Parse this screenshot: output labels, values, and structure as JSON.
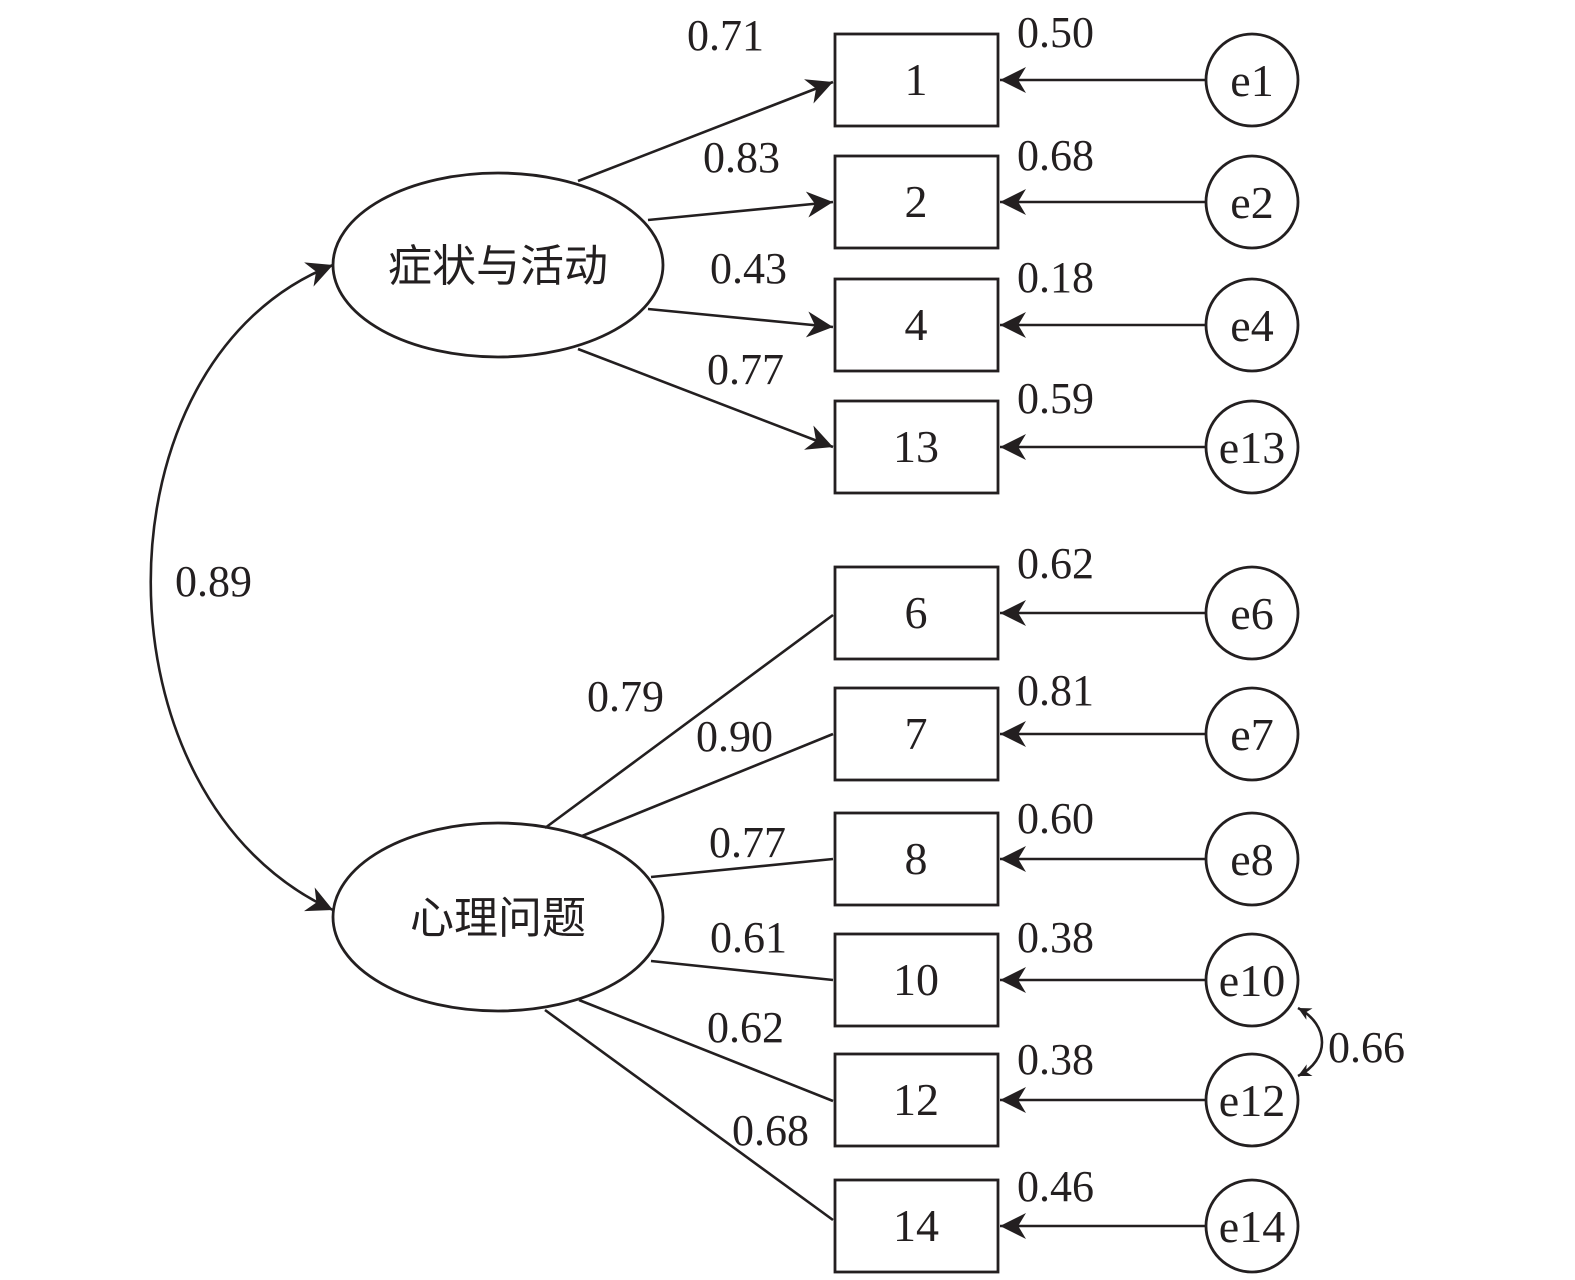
{
  "factors": [
    {
      "id": "f1",
      "label": "症状与活动"
    },
    {
      "id": "f2",
      "label": "心理问题"
    }
  ],
  "factor_correlation": "0.89",
  "indicators": [
    {
      "id": "1",
      "factor": "f1",
      "loading": "0.71",
      "error": "e1",
      "error_value": "0.50"
    },
    {
      "id": "2",
      "factor": "f1",
      "loading": "0.83",
      "error": "e2",
      "error_value": "0.68"
    },
    {
      "id": "4",
      "factor": "f1",
      "loading": "0.43",
      "error": "e4",
      "error_value": "0.18"
    },
    {
      "id": "13",
      "factor": "f1",
      "loading": "0.77",
      "error": "e13",
      "error_value": "0.59"
    },
    {
      "id": "6",
      "factor": "f2",
      "loading": "0.79",
      "error": "e6",
      "error_value": "0.62"
    },
    {
      "id": "7",
      "factor": "f2",
      "loading": "0.90",
      "error": "e7",
      "error_value": "0.81"
    },
    {
      "id": "8",
      "factor": "f2",
      "loading": "0.77",
      "error": "e8",
      "error_value": "0.60"
    },
    {
      "id": "10",
      "factor": "f2",
      "loading": "0.61",
      "error": "e10",
      "error_value": "0.38"
    },
    {
      "id": "12",
      "factor": "f2",
      "loading": "0.62",
      "error": "e12",
      "error_value": "0.38"
    },
    {
      "id": "14",
      "factor": "f2",
      "loading": "0.68",
      "error": "e14",
      "error_value": "0.46"
    }
  ],
  "error_covariance": {
    "from": "e10",
    "to": "e12",
    "value": "0.66"
  },
  "colors": {
    "ink": "#231f20",
    "background": "#ffffff"
  }
}
